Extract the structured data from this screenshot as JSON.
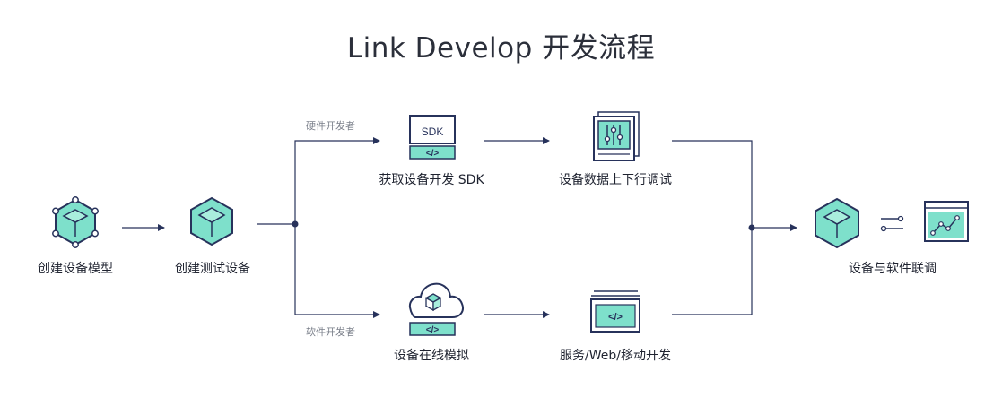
{
  "title": "Link Develop 开发流程",
  "steps": {
    "create_model": "创建设备模型",
    "create_test_device": "创建测试设备",
    "get_sdk": "获取设备开发 SDK",
    "device_debug": "设备数据上下行调试",
    "device_sim": "设备在线模拟",
    "service_dev": "服务/Web/移动开发",
    "joint_debug": "设备与软件联调"
  },
  "branches": {
    "hardware": "硬件开发者",
    "software": "软件开发者"
  },
  "icons": {
    "sdk_badge": "SDK",
    "code_tag": "</>"
  },
  "colors": {
    "navy": "#27325b",
    "teal": "#7ee0cb",
    "line": "#27325b"
  }
}
